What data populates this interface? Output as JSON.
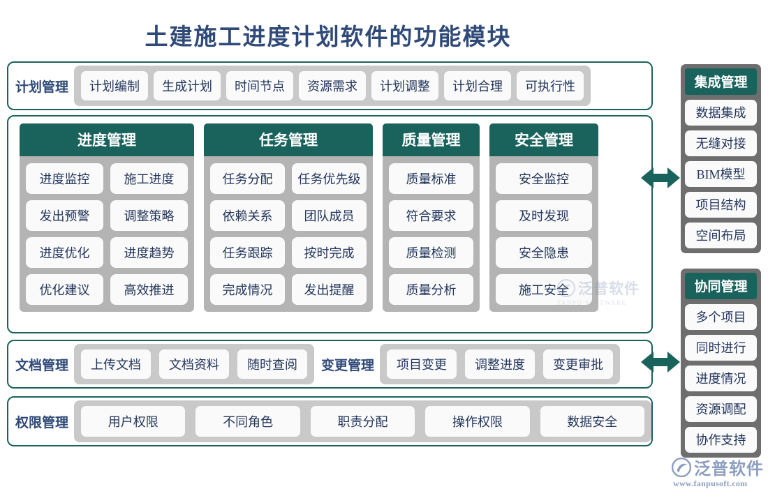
{
  "title": "土建施工进度计划软件的功能模块",
  "colors": {
    "teal": "#1A635C",
    "navy": "#2F4A78",
    "tray_gray": "#C9C9C9",
    "column_gray": "#B4B4B4",
    "side_gray": "#6E6E6E",
    "chip_white": "#FAFAFA"
  },
  "row_plan": {
    "label": "计划管理",
    "items": [
      "计划编制",
      "生成计划",
      "时间节点",
      "资源需求",
      "计划调整",
      "计划合理",
      "可执行性"
    ]
  },
  "main_columns": [
    {
      "title": "进度管理",
      "items": [
        "进度监控",
        "施工进度",
        "发出预警",
        "调整策略",
        "进度优化",
        "进度趋势",
        "优化建议",
        "高效推进"
      ],
      "layout": "two-wide"
    },
    {
      "title": "任务管理",
      "items": [
        "任务分配",
        "任务优先级",
        "依赖关系",
        "团队成员",
        "任务跟踪",
        "按时完成",
        "完成情况",
        "发出提醒"
      ],
      "layout": "two-wide"
    },
    {
      "title": "质量管理",
      "items": [
        "质量标准",
        "符合要求",
        "质量检测",
        "质量分析"
      ],
      "layout": "one-wide"
    },
    {
      "title": "安全管理",
      "items": [
        "安全监控",
        "及时发现",
        "安全隐患",
        "施工安全"
      ],
      "layout": "one-wide"
    }
  ],
  "row_doc": {
    "group_a": {
      "label": "文档管理",
      "items": [
        "上传文档",
        "文档资料",
        "随时查阅"
      ]
    },
    "group_b": {
      "label": "变更管理",
      "items": [
        "项目变更",
        "调整进度",
        "变更审批"
      ]
    }
  },
  "row_perm": {
    "label": "权限管理",
    "items": [
      "用户权限",
      "不同角色",
      "职责分配",
      "操作权限",
      "数据安全"
    ]
  },
  "side_stacks": [
    {
      "title": "集成管理",
      "items": [
        "数据集成",
        "无缝对接",
        "BIM模型",
        "项目结构",
        "空间布局"
      ]
    },
    {
      "title": "协同管理",
      "items": [
        "多个项目",
        "同时进行",
        "进度情况",
        "资源调配",
        "协作支持"
      ]
    }
  ],
  "watermark": {
    "text": "泛普软件",
    "sub": "FANPU SOFTWARE"
  },
  "brand": {
    "name": "泛普软件",
    "url": "www.fanpusoft.com"
  }
}
